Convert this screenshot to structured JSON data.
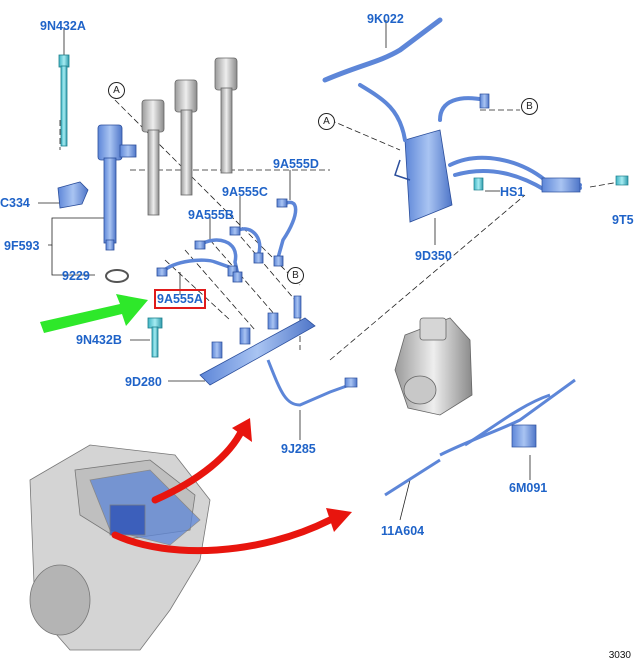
{
  "parts": {
    "p9N432A": "9N432A",
    "p9K022": "9K022",
    "pC334": "C334",
    "p9F593": "9F593",
    "p9229": "9229",
    "p9A555B": "9A555B",
    "p9A555C": "9A555C",
    "p9A555D": "9A555D",
    "p9A555A": "9A555A",
    "p9N432B": "9N432B",
    "p9D280": "9D280",
    "p9J285": "9J285",
    "p9D350": "9D350",
    "pHS1": "HS1",
    "p9T5": "9T5",
    "p6M091": "6M091",
    "p11A604": "11A604"
  },
  "refs": {
    "a": "A",
    "b": "B"
  },
  "figure_code": "3030",
  "highlighted_part": "9A555A",
  "colors": {
    "label": "#1f63c8",
    "highlight": "#e01b1b",
    "green_arrow": "#2ee82a",
    "red_arrow": "#e8150e"
  }
}
